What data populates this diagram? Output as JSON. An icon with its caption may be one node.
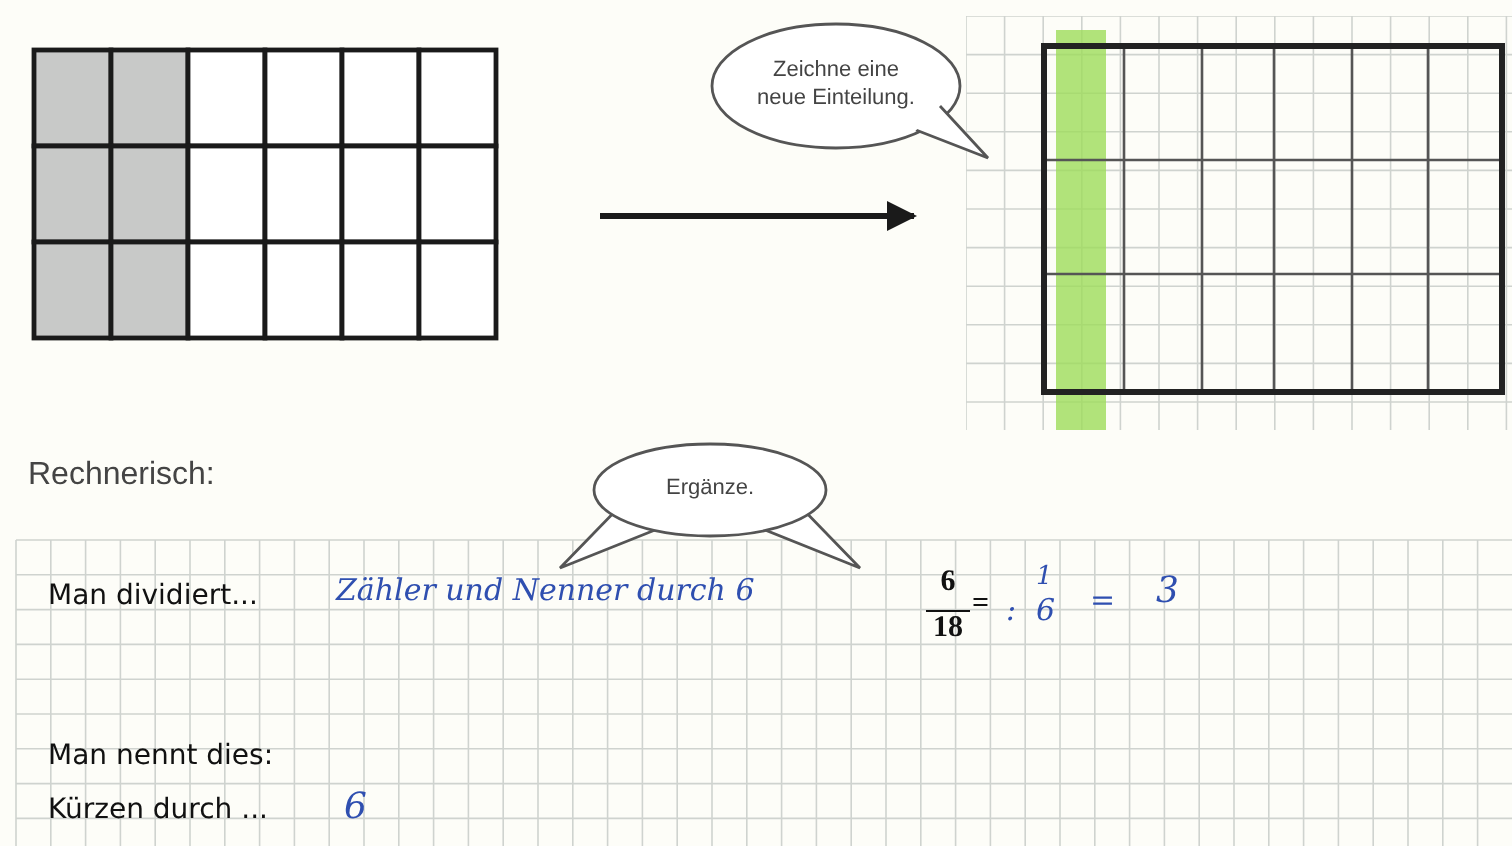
{
  "diagram": {
    "nodes": [
      {
        "text": [],
        "shape": "box"
      },
      {
        "text": [],
        "shape": "box"
      },
      {
        "text": [
          "Zeichne eine neue Einteilung."
        ]
      },
      {
        "text": [
          "Ergänze."
        ]
      }
    ],
    "edges": [
      {
        "from": 0,
        "to": 1,
        "arrow": "to"
      }
    ],
    "labels": [
      "Rechnerisch:",
      "Man dividiert...",
      "Zähler und Nenner durch 6",
      "6",
      "18",
      "=",
      ":",
      "1",
      "6",
      "=",
      "3",
      "Man nennt dies:",
      "Kürzen durch ...",
      "6"
    ]
  }
}
